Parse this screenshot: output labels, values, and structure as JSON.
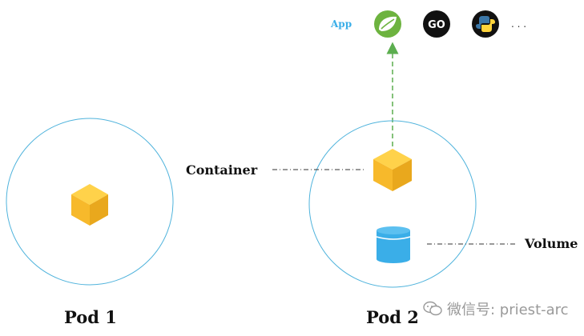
{
  "labels": {
    "app": "App",
    "go": "GO",
    "ellipsis": ". . .",
    "container": "Container",
    "volume": "Volume",
    "pod1": "Pod 1",
    "pod2": "Pod 2"
  },
  "watermark": {
    "text": "微信号: priest-arc",
    "icon": "wechat-icon"
  },
  "colors": {
    "pod_circle": "#4fb3dc",
    "cube_top": "#ffd24a",
    "cube_left": "#f7b92b",
    "cube_right": "#e9a81d",
    "volume": "#3aaee8",
    "arrow": "#5cae4f",
    "app_label": "#3aaee8",
    "connector": "#333333"
  },
  "icons": [
    "spring-icon",
    "go-icon",
    "python-icon"
  ]
}
